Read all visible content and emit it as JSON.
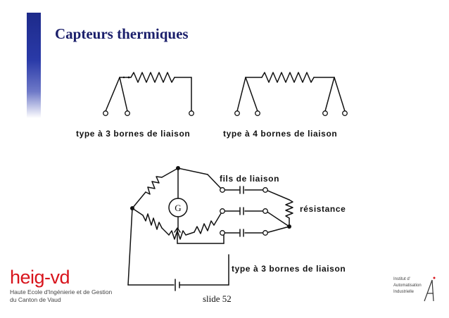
{
  "slide": {
    "title": "Capteurs thermiques",
    "slide_number": "slide 52"
  },
  "diagram": {
    "label_3_bornes_top": "type à 3 bornes de liaison",
    "label_4_bornes": "type à 4 bornes de liaison",
    "label_fils": "fils de liaison",
    "label_resistance": "résistance",
    "label_3_bornes_bottom": "type à 3 bornes de liaison",
    "galvanometer_symbol": "G"
  },
  "footer": {
    "logo_text": "heig-vd",
    "logo_line1": "Haute Ecole d'Ingénierie et de Gestion",
    "logo_line2": "du Canton de Vaud",
    "institute_line1": "Institut d'",
    "institute_line2": "Automatisation",
    "institute_line3": "Industrielle"
  },
  "colors": {
    "title": "#1b1f6b",
    "logo_red": "#d8141c",
    "accent_bar": "#2a3aa8"
  },
  "icons": [
    "resistor-icon",
    "galvanometer-icon",
    "battery-icon",
    "terminal-icon",
    "institute-logo-icon"
  ]
}
